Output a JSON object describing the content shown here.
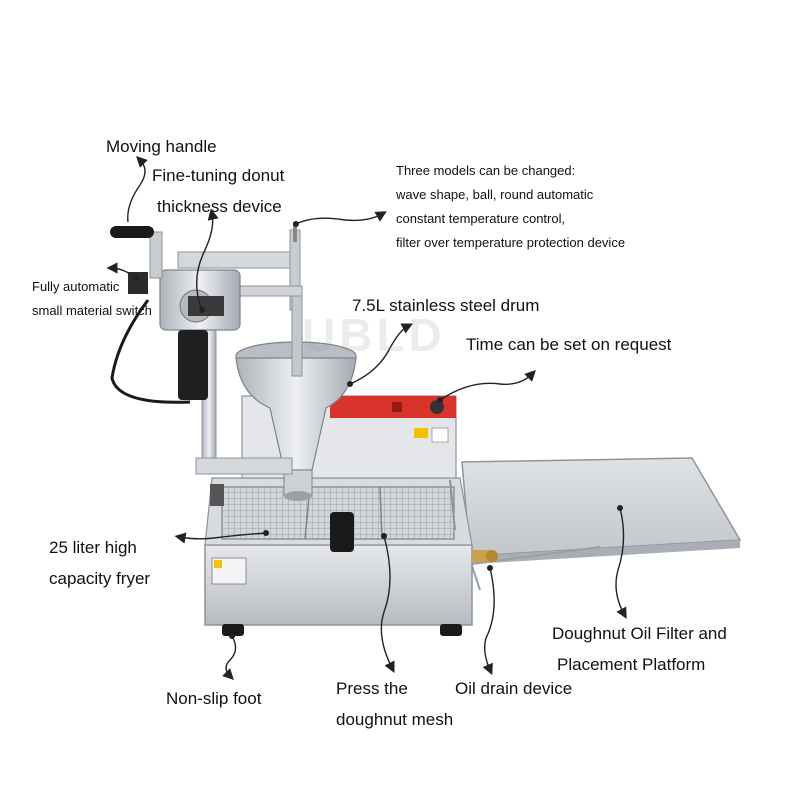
{
  "labels": {
    "moving_handle": "Moving handle",
    "fine_tuning_1": "Fine-tuning donut",
    "fine_tuning_2": "thickness device",
    "three_models": [
      "Three models can be changed:",
      "wave shape, ball, round automatic",
      "constant temperature control,",
      "filter over temperature protection device"
    ],
    "material_switch_1": "Fully automatic",
    "material_switch_2": "small material switch",
    "drum": "7.5L stainless steel drum",
    "timer": "Time can be set on request",
    "fryer_1": "25 liter high",
    "fryer_2": "capacity fryer",
    "platform_1": "Doughnut Oil Filter and",
    "platform_2": "Placement Platform",
    "non_slip": "Non-slip foot",
    "mesh_1": "Press the",
    "mesh_2": "doughnut mesh",
    "oil_drain": "Oil drain device"
  },
  "watermark": "UBLD",
  "colors": {
    "steel": "#c9cdd2",
    "steel_dark": "#8e949b",
    "panel_red": "#d9342b",
    "black": "#1a1a1a",
    "arrow": "#222222"
  }
}
